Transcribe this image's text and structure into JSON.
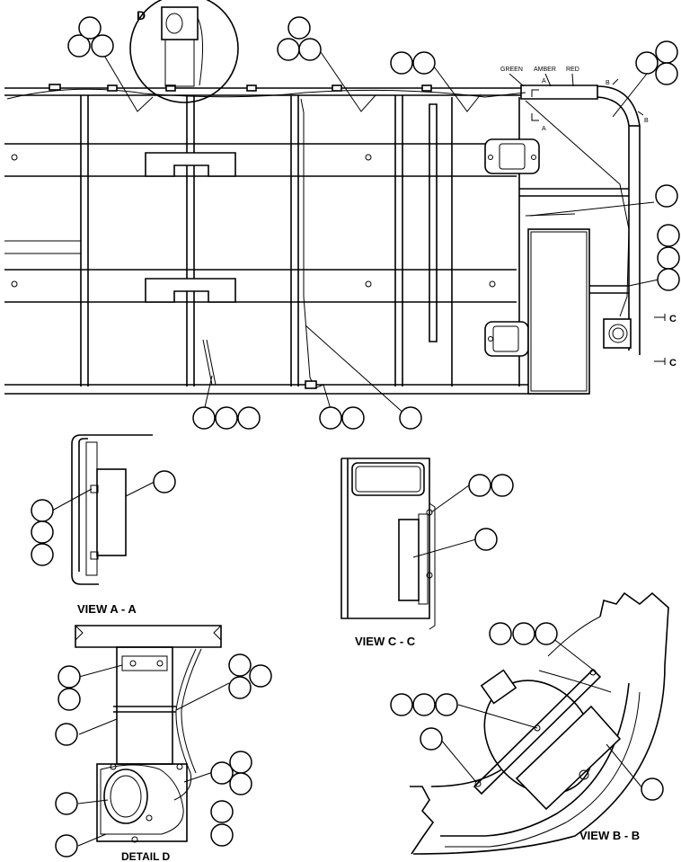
{
  "labels": {
    "view_aa": "VIEW A - A",
    "view_cc": "VIEW C - C",
    "detail_d": "DETAIL D",
    "view_bb": "VIEW  B - B",
    "detail_marker": "D",
    "wire_green": "GREEN",
    "wire_amber": "AMBER",
    "wire_red": "RED",
    "sec_a_top": "A",
    "sec_a_bottom": "A",
    "sec_b_top": "B",
    "sec_b_bottom": "B",
    "sec_c_top": "C",
    "sec_c_bottom": "C"
  },
  "colors": {
    "line": "#000000",
    "background": "#ffffff"
  }
}
